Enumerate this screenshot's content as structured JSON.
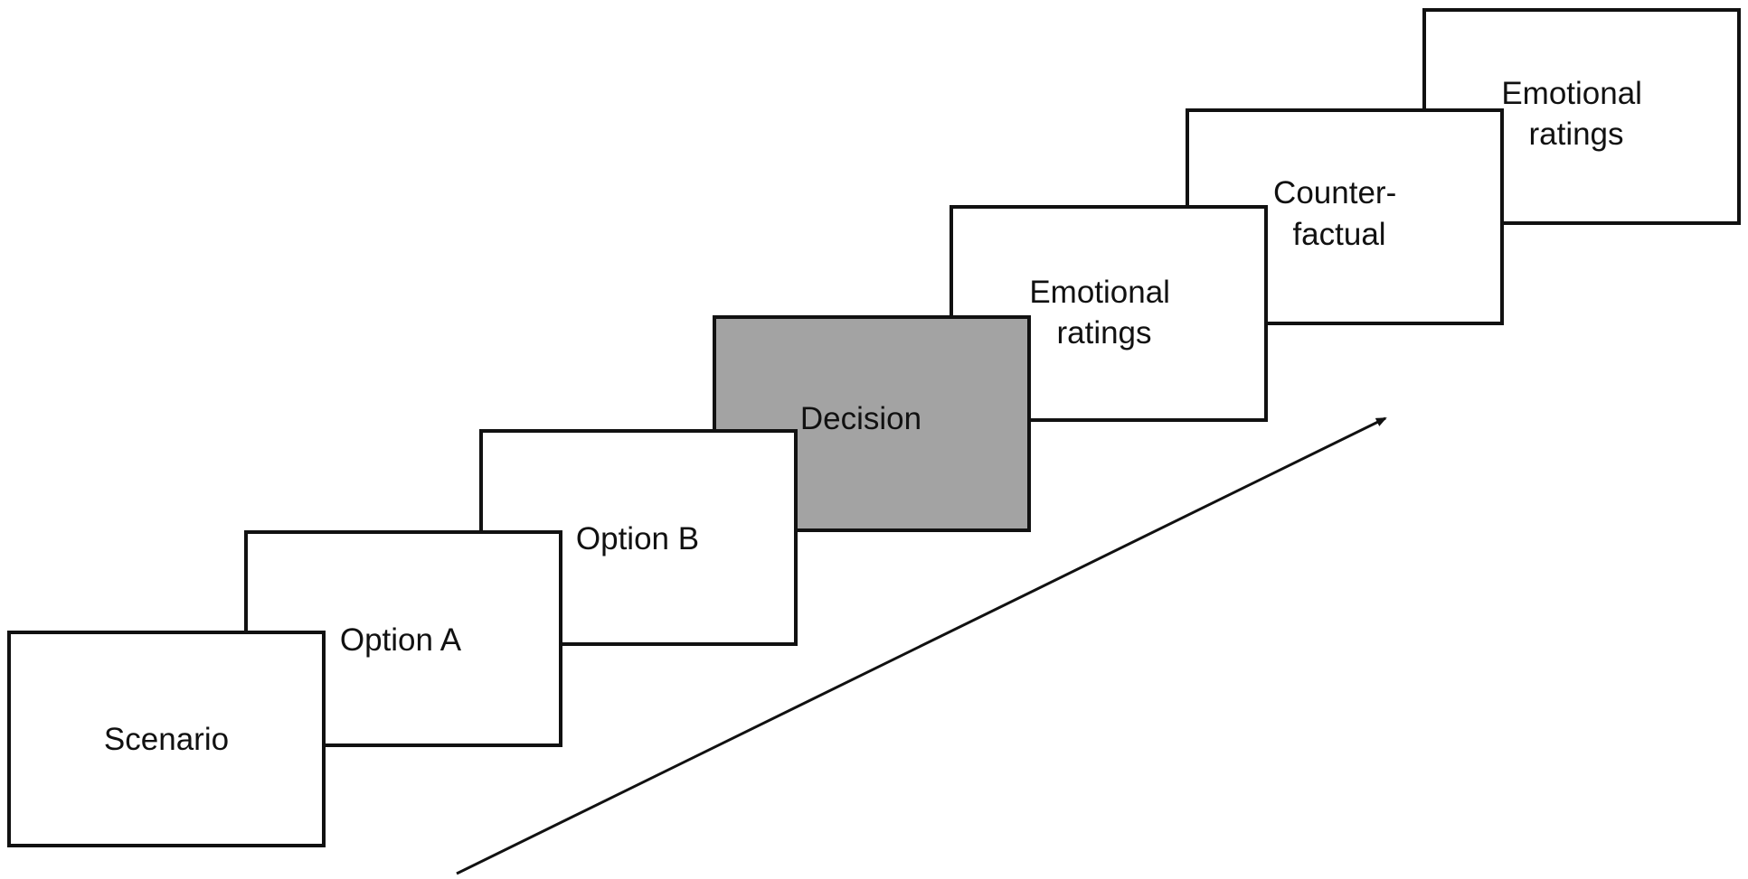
{
  "steps": [
    {
      "id": "scenario",
      "lines": [
        "Scenario"
      ]
    },
    {
      "id": "option-a",
      "lines": [
        "Option A"
      ]
    },
    {
      "id": "option-b",
      "lines": [
        "Option B"
      ]
    },
    {
      "id": "decision",
      "lines": [
        "Decision"
      ],
      "highlighted": true
    },
    {
      "id": "emotional-ratings-1",
      "lines": [
        "Emotional",
        "ratings"
      ]
    },
    {
      "id": "counterfactual",
      "lines": [
        "Counter-",
        "factual"
      ]
    },
    {
      "id": "emotional-ratings-2",
      "lines": [
        "Emotional",
        "ratings"
      ]
    }
  ],
  "colors": {
    "box_fill": "#ffffff",
    "highlight_fill": "#a3a3a3",
    "stroke": "#111111"
  }
}
